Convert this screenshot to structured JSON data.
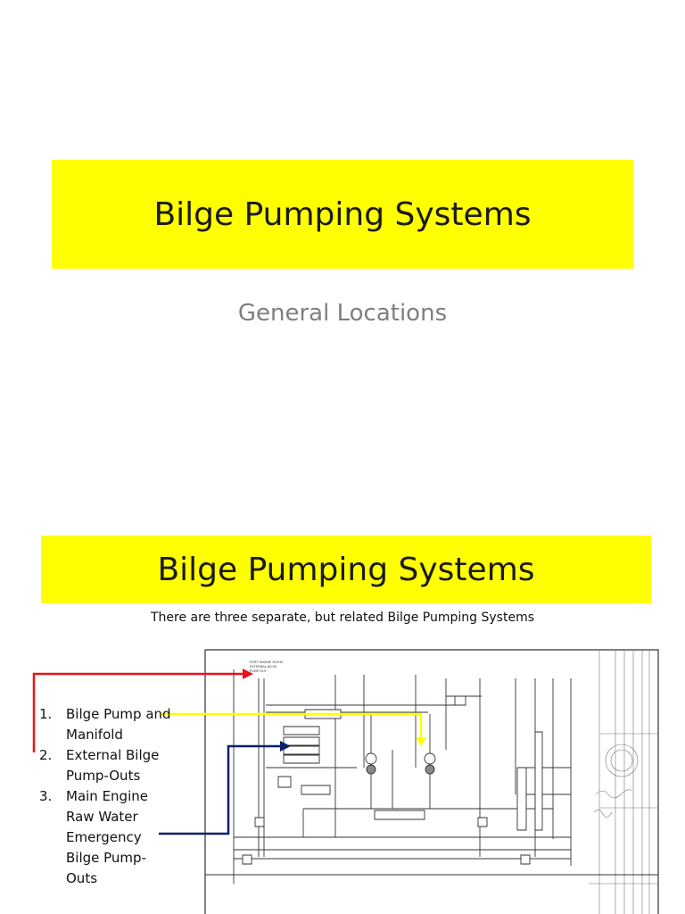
{
  "slide1": {
    "title": "Bilge Pumping Systems",
    "subtitle": "General Locations"
  },
  "slide2": {
    "title": "Bilge Pumping Systems",
    "caption": "There are three separate, but related Bilge Pumping Systems",
    "items": [
      {
        "number": "1.",
        "label": "Bilge Pump and Manifold",
        "arrow_color": "#ffff00"
      },
      {
        "number": "2.",
        "label": "External Bilge Pump-Outs",
        "arrow_color": "#e8141b"
      },
      {
        "number": "3.",
        "label": "Main Engine Raw Water Emergency Bilge Pump-Outs",
        "arrow_color": "#0b1f6e"
      }
    ]
  },
  "colors": {
    "title_band": "#ffff00",
    "subtitle_text": "#7f7f7f"
  }
}
